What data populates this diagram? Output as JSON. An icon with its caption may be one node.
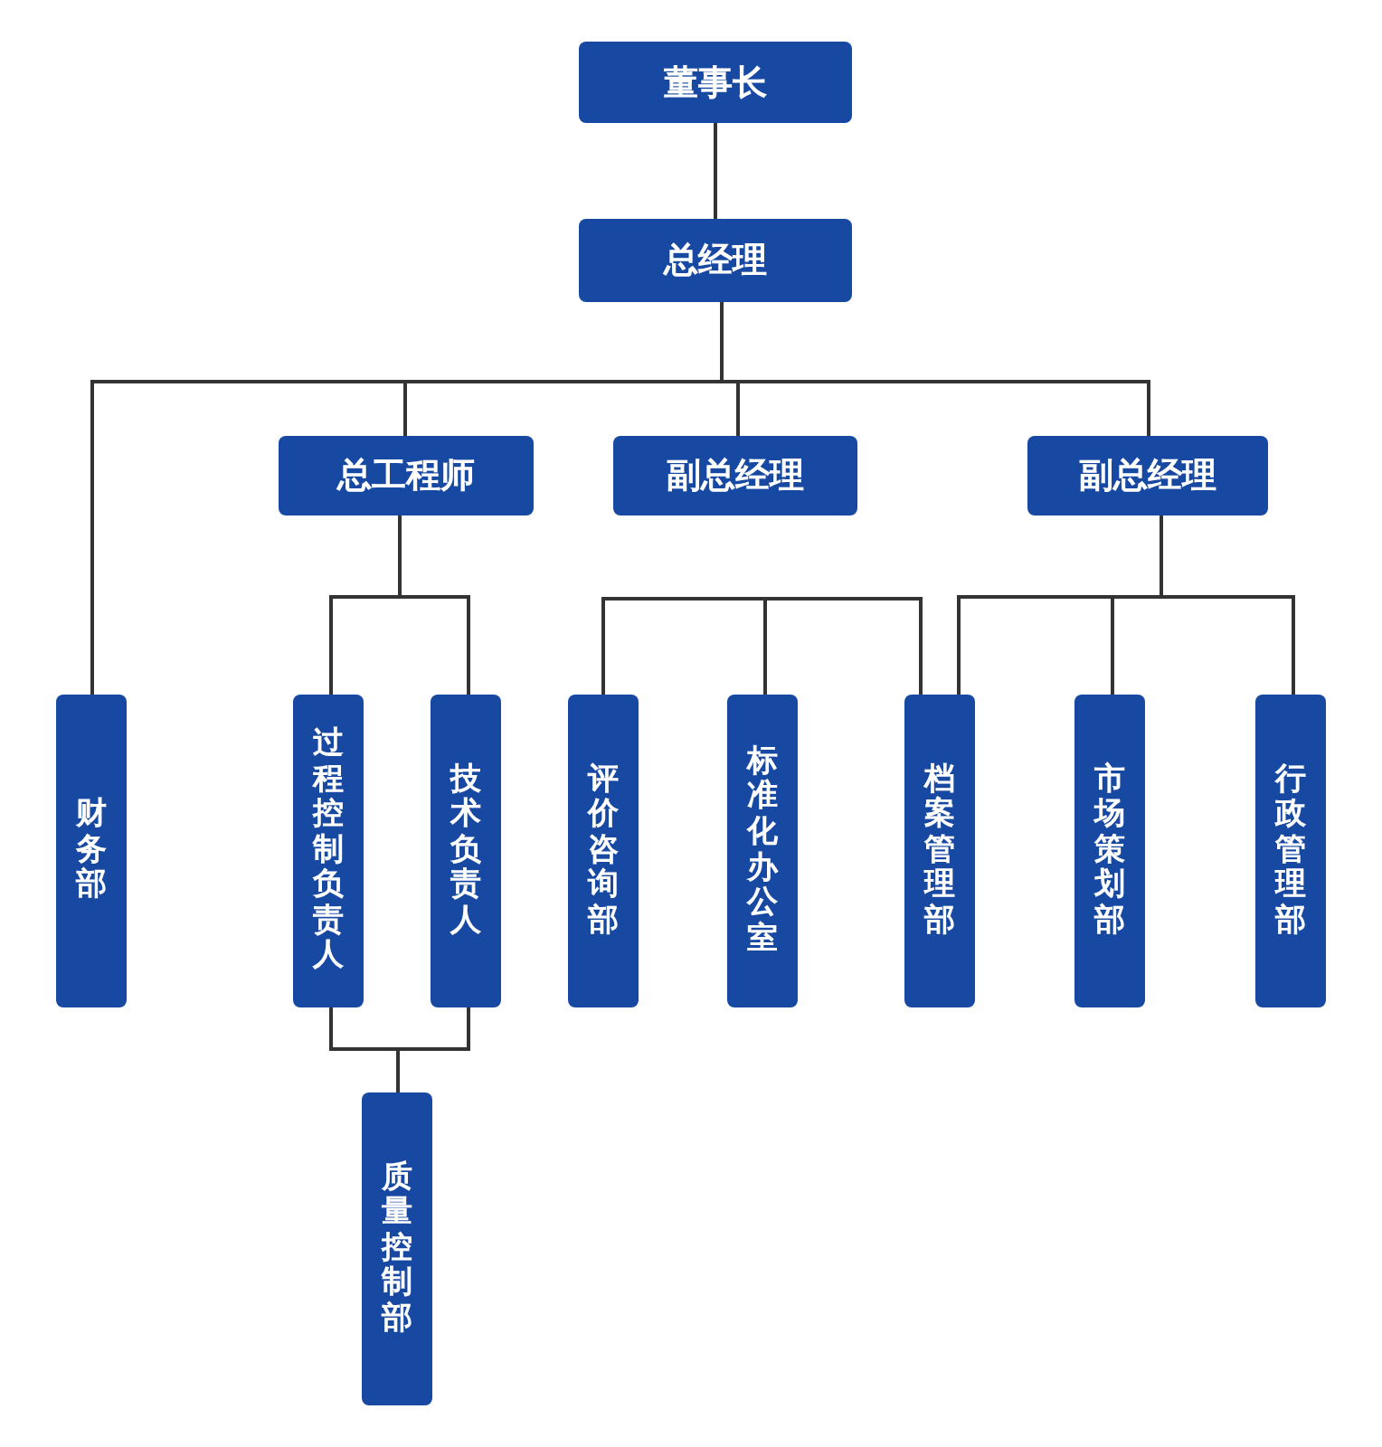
{
  "diagram": {
    "nodes": [
      {
        "text": [
          "董事长"
        ]
      },
      {
        "text": [
          "总经理"
        ]
      },
      {
        "text": [
          "总工程师"
        ]
      },
      {
        "text": [
          "副总经理"
        ]
      },
      {
        "text": [
          "副总经理"
        ]
      },
      {
        "text": [
          "财务部"
        ]
      },
      {
        "text": [
          "过程控制负责人"
        ]
      },
      {
        "text": [
          "技术负责人"
        ]
      },
      {
        "text": [
          "评价咨询部"
        ]
      },
      {
        "text": [
          "标准化办公室"
        ]
      },
      {
        "text": [
          "档案管理部"
        ]
      },
      {
        "text": [
          "市场策划部"
        ]
      },
      {
        "text": [
          "行政管理部"
        ]
      },
      {
        "text": [
          "质量控制部"
        ]
      }
    ],
    "edges": [
      {
        "from": 0,
        "to": 1,
        "arrow": "none"
      },
      {
        "from": 1,
        "to": 5,
        "arrow": "none"
      },
      {
        "from": 1,
        "to": 2,
        "arrow": "none"
      },
      {
        "from": 1,
        "to": 3,
        "arrow": "none"
      },
      {
        "from": 1,
        "to": 4,
        "arrow": "none"
      },
      {
        "from": 2,
        "to": 6,
        "arrow": "none"
      },
      {
        "from": 2,
        "to": 7,
        "arrow": "none"
      },
      {
        "from": 8,
        "to": 9,
        "arrow": "none"
      },
      {
        "from": 9,
        "to": 10,
        "arrow": "none"
      },
      {
        "from": 4,
        "to": 10,
        "arrow": "none"
      },
      {
        "from": 4,
        "to": 11,
        "arrow": "none"
      },
      {
        "from": 4,
        "to": 12,
        "arrow": "none"
      },
      {
        "from": 6,
        "to": 13,
        "arrow": "none"
      },
      {
        "from": 7,
        "to": 13,
        "arrow": "none"
      }
    ]
  }
}
